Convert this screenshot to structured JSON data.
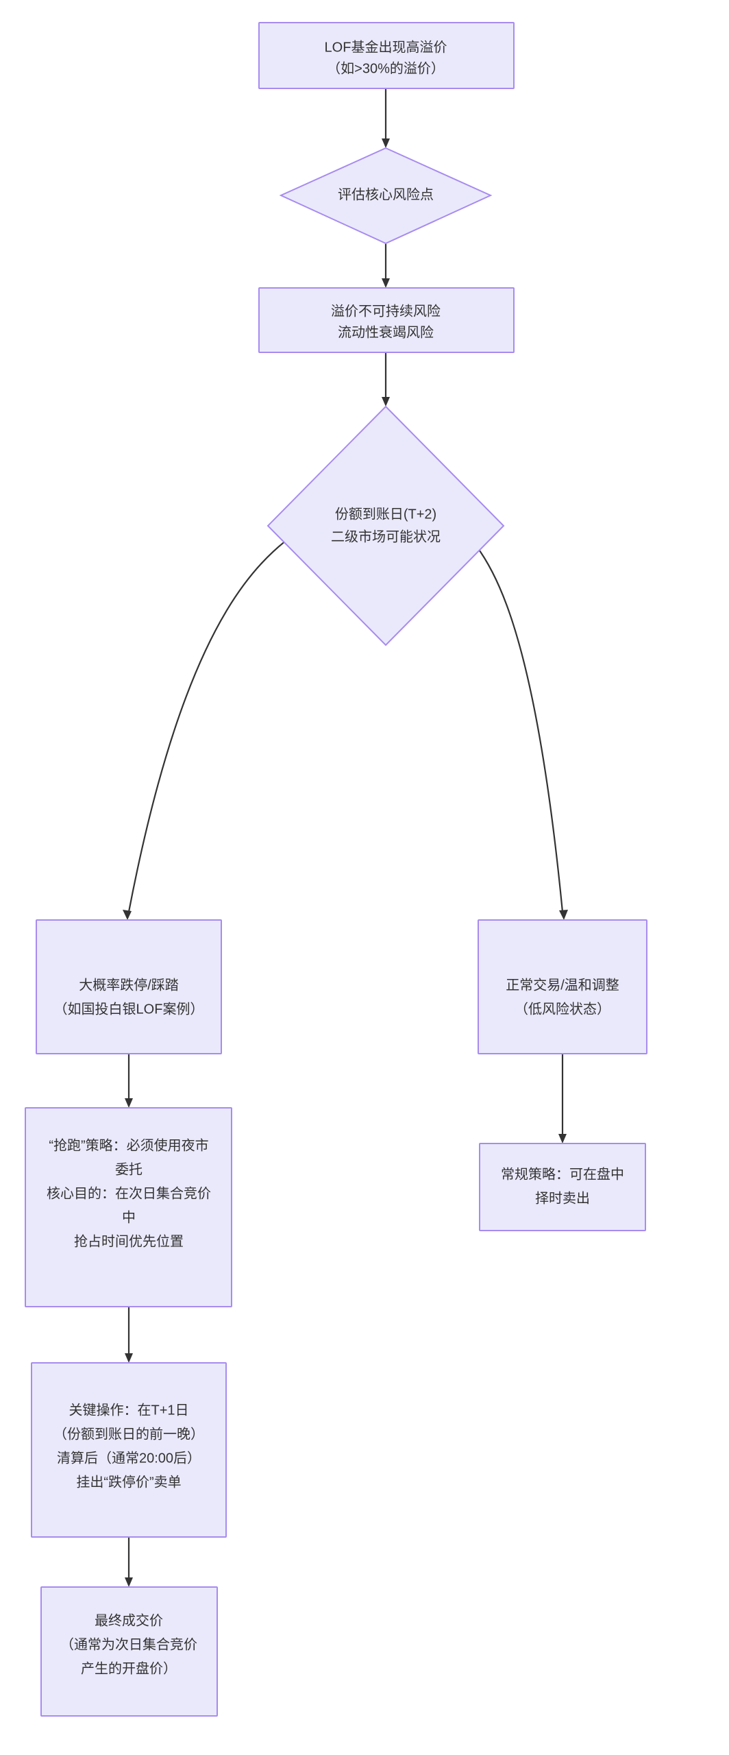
{
  "diagram": {
    "type": "flowchart",
    "orientation": "top-to-bottom",
    "theme": {
      "node_fill": "#eae9fb",
      "node_border": "#a78bf0",
      "edge_color": "#333333",
      "text_color": "#333333",
      "background": "#ffffff"
    },
    "nodes": [
      {
        "id": "n1",
        "shape": "rectangle",
        "lines": [
          "LOF基金出现高溢价",
          "（如>30%的溢价）"
        ]
      },
      {
        "id": "n2",
        "shape": "diamond",
        "lines": [
          "评估核心风险点"
        ]
      },
      {
        "id": "n3",
        "shape": "rectangle",
        "lines": [
          "溢价不可持续风险",
          "流动性衰竭风险"
        ]
      },
      {
        "id": "n4",
        "shape": "diamond",
        "lines": [
          "份额到账日(T+2)",
          "二级市场可能状况"
        ]
      },
      {
        "id": "n5",
        "shape": "rectangle",
        "lines": [
          "大概率跌停/踩踏",
          "（如国投白银LOF案例）"
        ]
      },
      {
        "id": "n6",
        "shape": "rectangle",
        "lines": [
          "正常交易/温和调整",
          "（低风险状态）"
        ]
      },
      {
        "id": "n7",
        "shape": "rectangle",
        "lines": [
          "“抢跑”策略：必须使用夜市",
          "委托",
          "核心目的：在次日集合竞价",
          "中",
          "抢占时间优先位置"
        ]
      },
      {
        "id": "n8",
        "shape": "rectangle",
        "lines": [
          "常规策略：可在盘中",
          "择时卖出"
        ]
      },
      {
        "id": "n9",
        "shape": "rectangle",
        "lines": [
          "关键操作：在T+1日",
          "（份额到账日的前一晚）",
          "清算后（通常20:00后）",
          "挂出“跌停价”卖单"
        ]
      },
      {
        "id": "n10",
        "shape": "rectangle",
        "lines": [
          "最终成交价",
          "（通常为次日集合竞价",
          "产生的开盘价）"
        ]
      }
    ],
    "edges": [
      {
        "from": "n1",
        "to": "n2",
        "label": ""
      },
      {
        "from": "n2",
        "to": "n3",
        "label": ""
      },
      {
        "from": "n3",
        "to": "n4",
        "label": ""
      },
      {
        "from": "n4",
        "to": "n5",
        "label": ""
      },
      {
        "from": "n4",
        "to": "n6",
        "label": ""
      },
      {
        "from": "n5",
        "to": "n7",
        "label": ""
      },
      {
        "from": "n6",
        "to": "n8",
        "label": ""
      },
      {
        "from": "n7",
        "to": "n9",
        "label": ""
      },
      {
        "from": "n9",
        "to": "n10",
        "label": ""
      }
    ]
  }
}
